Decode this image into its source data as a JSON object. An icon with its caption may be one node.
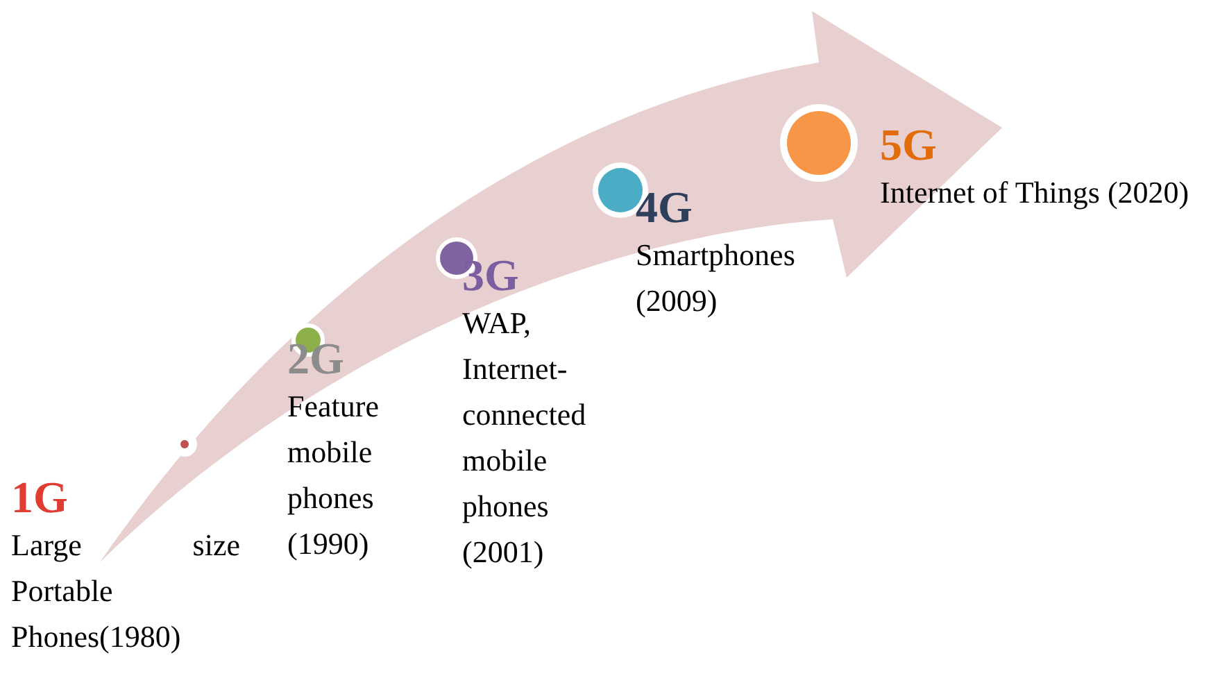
{
  "diagram": {
    "nodes": [
      {
        "text": [
          "1G",
          "Large size Portable Phones(1980)"
        ]
      },
      {
        "text": [
          "2G",
          "Feature mobile phones (1990)"
        ]
      },
      {
        "text": [
          "3G",
          "WAP, Internet-connected mobile phones (2001)"
        ]
      },
      {
        "text": [
          "4G",
          "Smartphones (2009)"
        ]
      },
      {
        "text": [
          "5G",
          "Internet of Things (2020)"
        ]
      }
    ]
  }
}
